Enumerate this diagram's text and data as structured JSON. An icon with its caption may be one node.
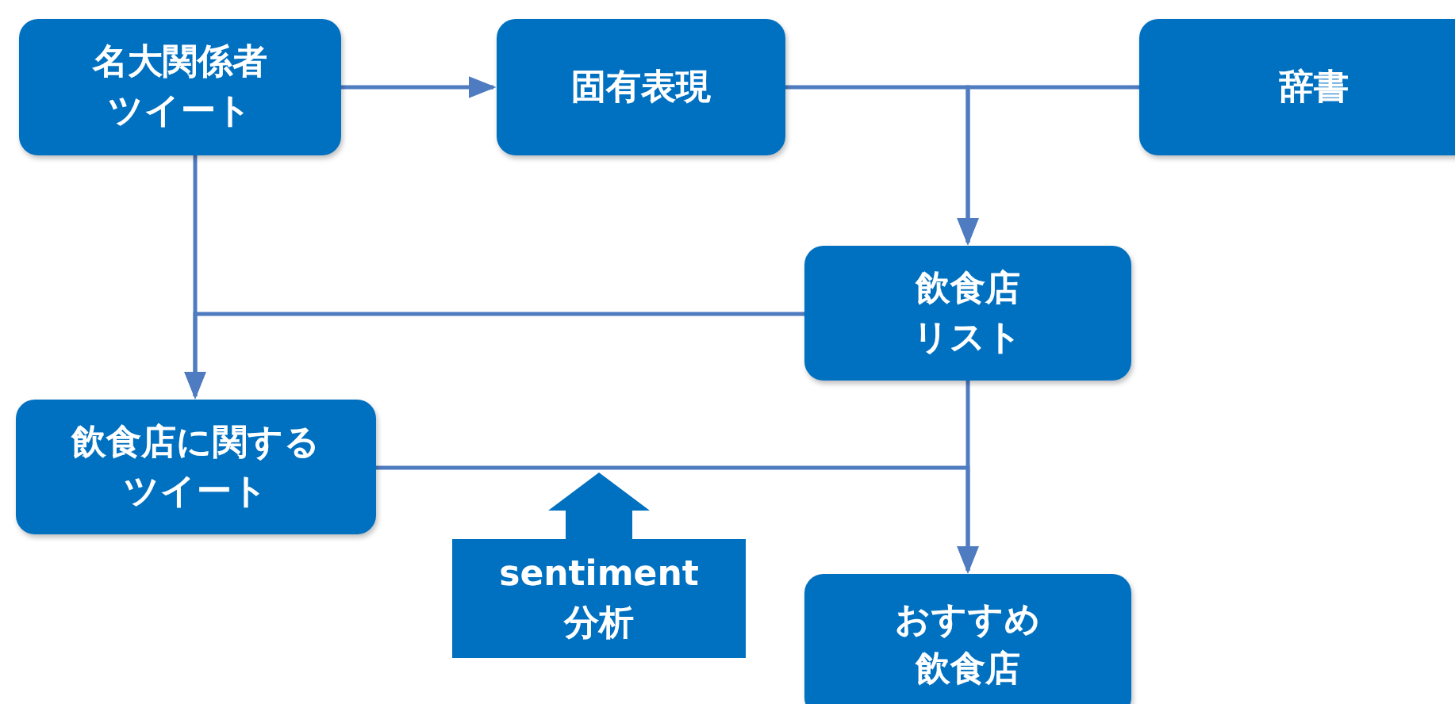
{
  "diagram": {
    "nodes": [
      {
        "text": [
          "名大関係者ツイート"
        ]
      },
      {
        "text": [
          "固有表現"
        ]
      },
      {
        "text": [
          "辞書"
        ]
      },
      {
        "text": [
          "飲食店リスト"
        ]
      },
      {
        "text": [
          "飲食店に関するツイート"
        ]
      },
      {
        "text": [
          "sentiment 分析"
        ]
      },
      {
        "text": [
          "おすすめ飲食店"
        ]
      }
    ],
    "edges": [
      {
        "from": 0,
        "to": 1,
        "arrow": "to"
      },
      {
        "from": 1,
        "to": 3,
        "arrow": "to"
      },
      {
        "from": 2,
        "to": 3,
        "arrow": "to"
      },
      {
        "from": 0,
        "to": 4,
        "arrow": "to"
      },
      {
        "from": 3,
        "to": 4,
        "arrow": "to"
      },
      {
        "from": 4,
        "to": 6,
        "arrow": "to"
      },
      {
        "from": 3,
        "to": 6,
        "arrow": "to"
      },
      {
        "from": 5,
        "to": null,
        "arrow": "to"
      }
    ]
  }
}
